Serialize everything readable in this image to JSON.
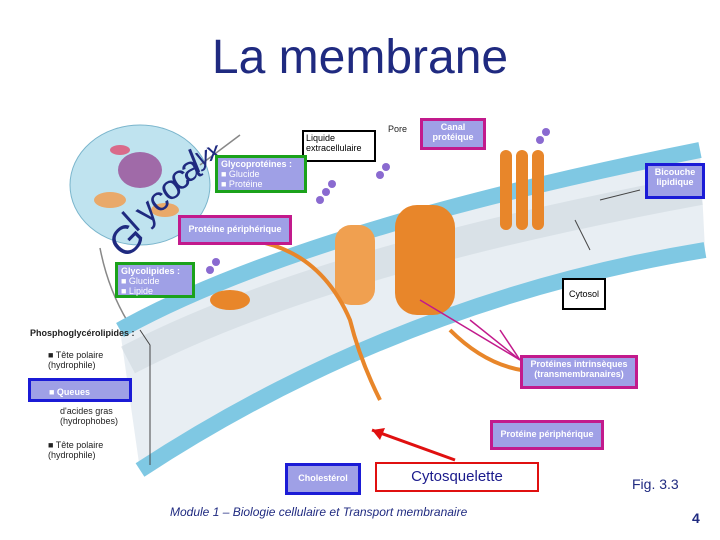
{
  "title": "La membrane",
  "curved_label": {
    "letters": [
      "G",
      "l",
      "y",
      "c",
      "o",
      "c",
      "a",
      "l",
      "y",
      "x"
    ]
  },
  "labels": {
    "liquide": "Liquide extracellulaire",
    "pore": "Pore",
    "canal": "Canal protéique",
    "bicouche": "Bicouche lipidique",
    "glycoproteines": "Glycoprotéines :",
    "glyco_glucide": "■ Glucide",
    "glyco_proteine": "■ Protéine",
    "proteine_peripherique_top": "Protéine périphérique",
    "glycolipides": "Glycolipides :",
    "glycolip_glucide": "■ Glucide",
    "glycolip_lipide": "■ Lipide",
    "cytosol": "Cytosol",
    "phospho": "Phosphoglycérolipides :",
    "tete_polaire": "■ Tête polaire (hydrophile)",
    "queues_head": "■ Queues",
    "queues_body": "d'acides gras (hydrophobes)",
    "tete_polaire_2": "■ Tête polaire (hydrophile)",
    "proteines_intrinseques": "Protéines intrinsèques (transmembranaires)",
    "proteine_peripherique_bottom": "Protéine périphérique",
    "cholesterol": "Cholestérol",
    "cytosquelette": "Cytosquelette"
  },
  "footer": "Module 1 – Biologie cellulaire et Transport membranaire",
  "figure": "Fig. 3.3",
  "page_number": "4",
  "colors": {
    "title": "#1f2a80",
    "pink_border": "#c21a8c",
    "blue_border": "#1b1bd6",
    "green_border": "#1ba21b",
    "box_fill": "#9fa0e6",
    "membrane_head": "#7fc8e3",
    "protein": "#e8862a"
  }
}
